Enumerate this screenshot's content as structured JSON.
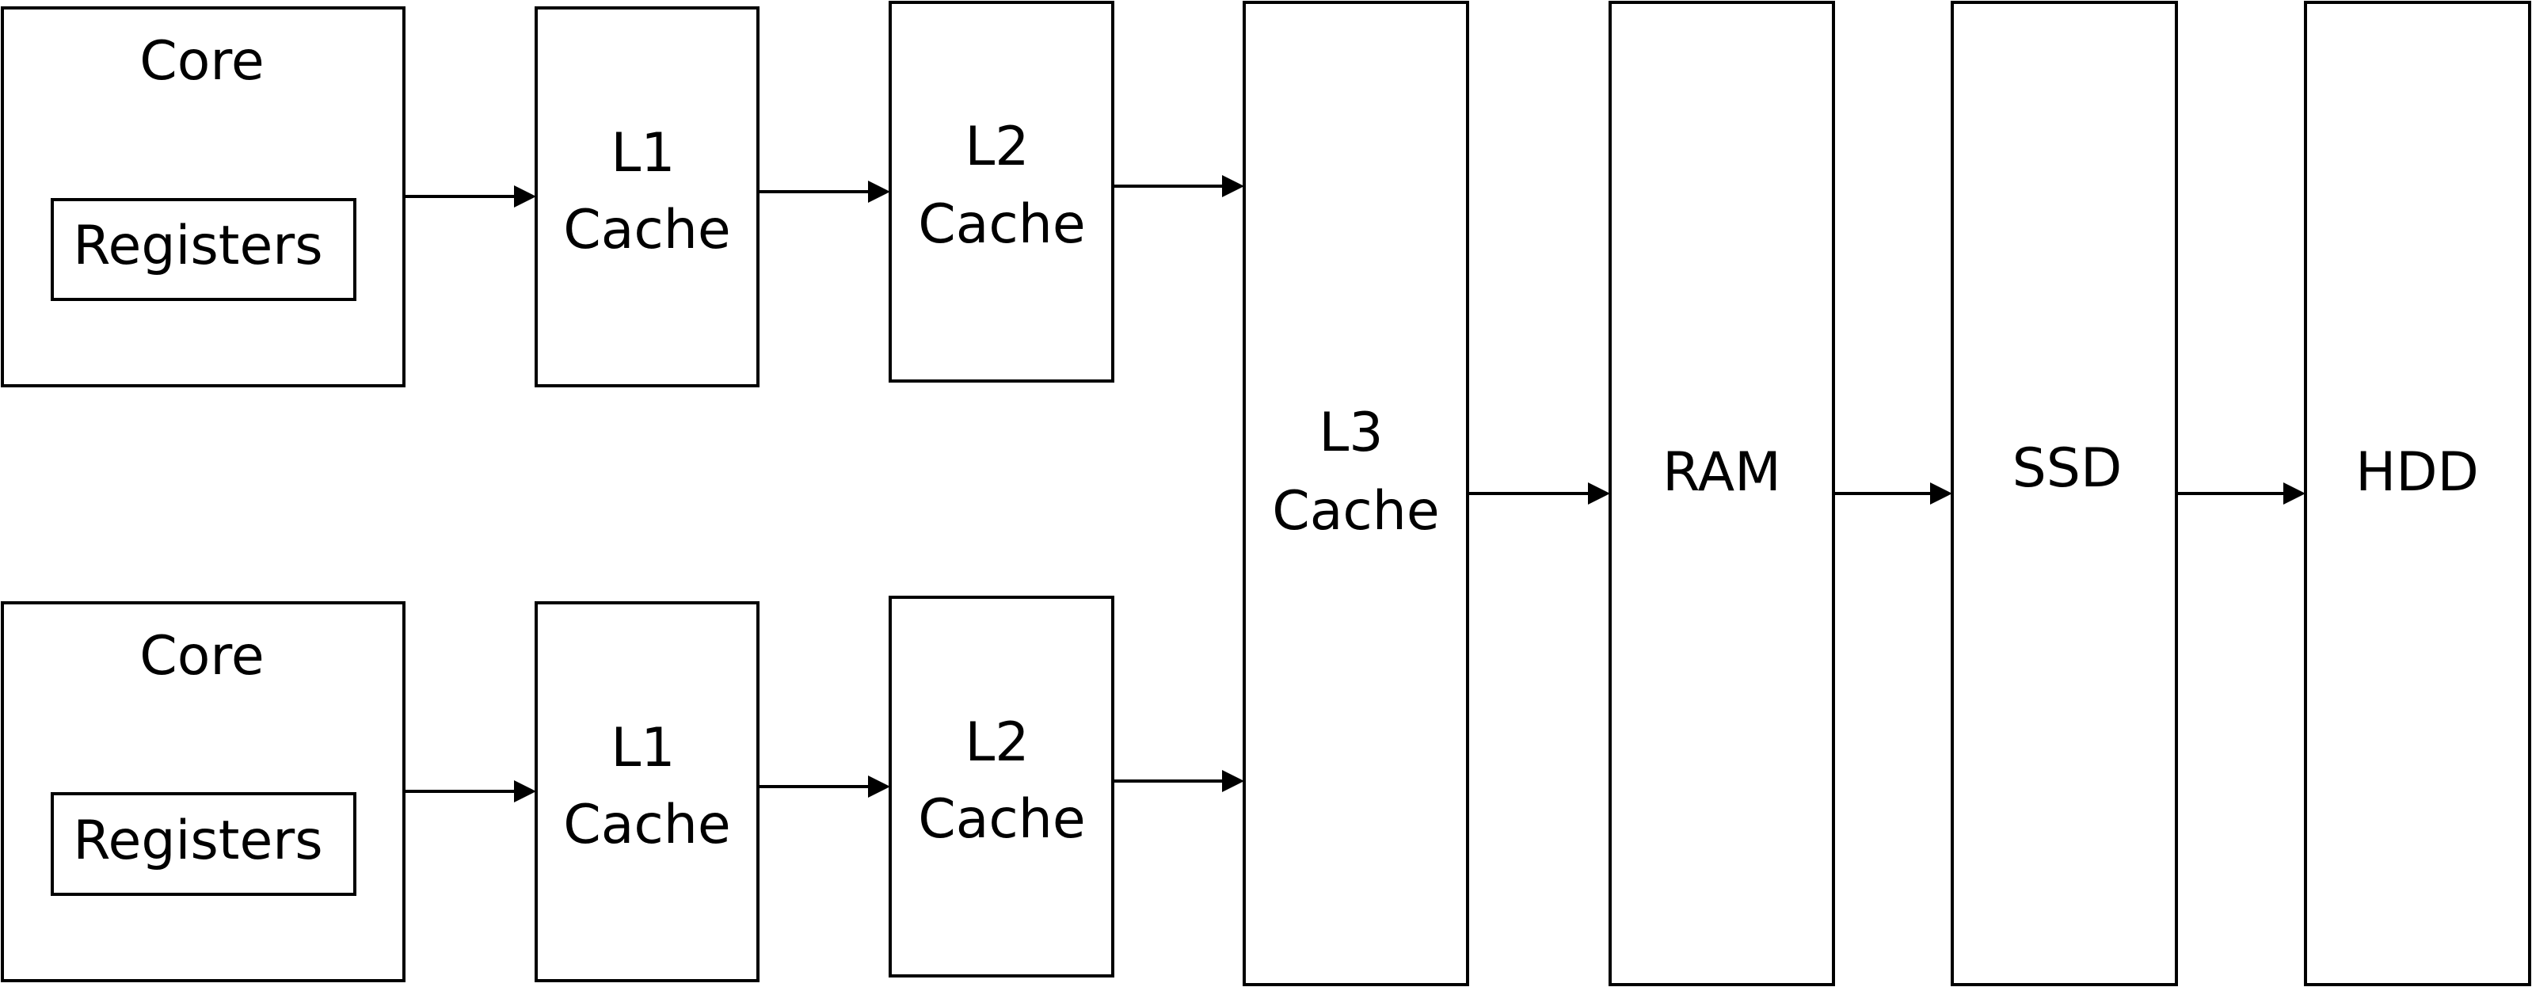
{
  "diagram": {
    "colors": {
      "stroke": "#000000",
      "fill": "#ffffff",
      "text": "#000000"
    },
    "top_path": {
      "core": {
        "label": "Core",
        "registers": "Registers"
      },
      "l1": {
        "line1": "L1",
        "line2": "Cache"
      },
      "l2": {
        "line1": "L2",
        "line2": "Cache"
      }
    },
    "bottom_path": {
      "core": {
        "label": "Core",
        "registers": "Registers"
      },
      "l1": {
        "line1": "L1",
        "line2": "Cache"
      },
      "l2": {
        "line1": "L2",
        "line2": "Cache"
      }
    },
    "l3": {
      "line1": "L3",
      "line2": "Cache"
    },
    "ram": {
      "label": "RAM"
    },
    "ssd": {
      "label": "SSD"
    },
    "hdd": {
      "label": "HDD"
    }
  }
}
